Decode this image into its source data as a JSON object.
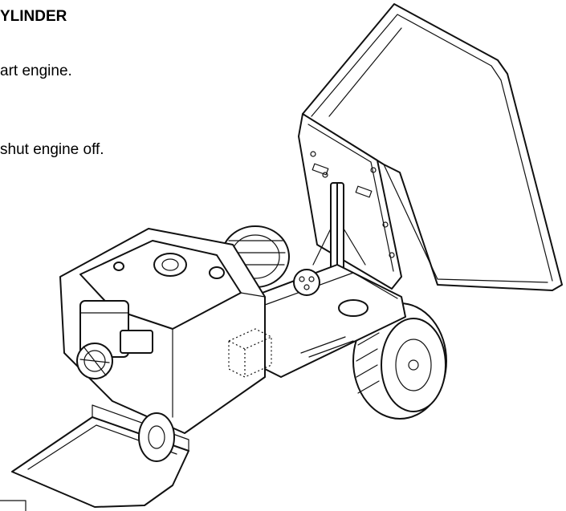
{
  "section": {
    "heading": "YLINDER"
  },
  "instructions": [
    {
      "text": "art engine."
    },
    {
      "text": "shut engine off."
    }
  ],
  "illustration": {
    "subject": "line drawing of a power unit with tilted hopper bed",
    "icon": "machine-illustration"
  }
}
